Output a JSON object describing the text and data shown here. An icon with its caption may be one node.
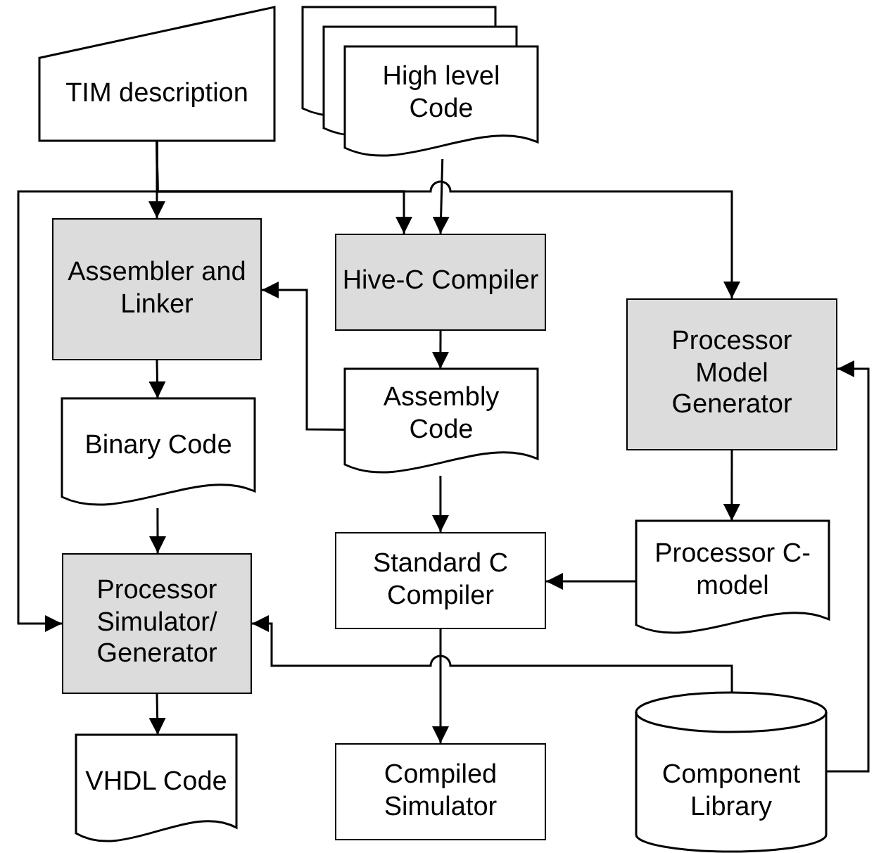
{
  "diagram": {
    "nodes": [
      {
        "text": [
          "TIM description"
        ]
      },
      {
        "text": [
          "High level Code"
        ]
      },
      {
        "text": [
          "Assembler and Linker"
        ]
      },
      {
        "text": [
          "Hive-C Compiler"
        ]
      },
      {
        "text": [
          "Processor Model Generator"
        ]
      },
      {
        "text": [
          "Assembly Code"
        ]
      },
      {
        "text": [
          "Binary Code"
        ]
      },
      {
        "text": [
          "Standard C Compiler"
        ]
      },
      {
        "text": [
          "Processor C-model"
        ]
      },
      {
        "text": [
          "Processor Simulator/ Generator"
        ]
      },
      {
        "text": [
          "VHDL Code"
        ]
      },
      {
        "text": [
          "Compiled Simulator"
        ]
      },
      {
        "text": [
          "Component Library"
        ]
      }
    ],
    "edges": [
      {
        "from": 0,
        "to": 2,
        "arrow": "to"
      },
      {
        "from": 0,
        "to": 9,
        "arrow": "to"
      },
      {
        "from": 0,
        "to": 3,
        "arrow": "to"
      },
      {
        "from": 0,
        "to": 4,
        "arrow": "to"
      },
      {
        "from": 1,
        "to": 3,
        "arrow": "to"
      },
      {
        "from": 3,
        "to": 5,
        "arrow": "to"
      },
      {
        "from": 5,
        "to": 2,
        "arrow": "to"
      },
      {
        "from": 2,
        "to": 6,
        "arrow": "to"
      },
      {
        "from": 6,
        "to": 9,
        "arrow": "to"
      },
      {
        "from": 5,
        "to": 7,
        "arrow": "to"
      },
      {
        "from": 4,
        "to": 8,
        "arrow": "to"
      },
      {
        "from": 8,
        "to": 7,
        "arrow": "to"
      },
      {
        "from": 7,
        "to": 11,
        "arrow": "to"
      },
      {
        "from": 12,
        "to": 9,
        "arrow": "to"
      },
      {
        "from": 12,
        "to": 4,
        "arrow": "to"
      },
      {
        "from": 9,
        "to": 10,
        "arrow": "to"
      }
    ]
  }
}
